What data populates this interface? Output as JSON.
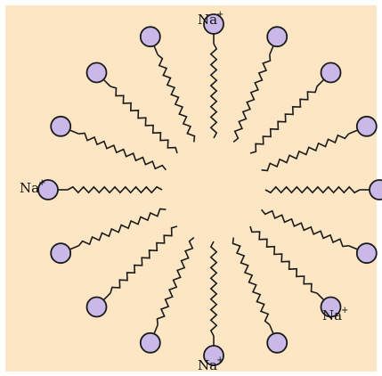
{
  "diagram": {
    "molecule_count": 16,
    "head_color": "#c9b8e8",
    "head_stroke": "#1a1a1a",
    "tail_color": "#1a1a1a",
    "background": "#fce6c4"
  },
  "labels": {
    "top": {
      "base": "Na",
      "charge": "+"
    },
    "left": {
      "base": "Na",
      "charge": "+"
    },
    "bottom_right": {
      "base": "Na",
      "charge": "+"
    },
    "bottom": {
      "base": "Na",
      "charge": "+"
    }
  }
}
